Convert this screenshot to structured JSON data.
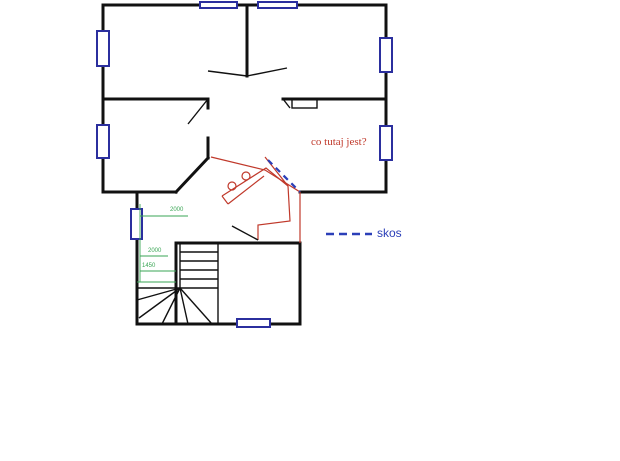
{
  "annotation": {
    "note_text": "co tutaj jest?",
    "note_color": "#c0392b"
  },
  "dimensions": {
    "dim_top": "2000",
    "dim_middle": "2000",
    "dim_bottom": "1450",
    "dim_color": "#3aa655"
  },
  "legend": {
    "slope_label": "skos",
    "slope_color": "#2b3fb8"
  },
  "colors": {
    "walls": "#111111",
    "windows": "#2b2f9e"
  }
}
